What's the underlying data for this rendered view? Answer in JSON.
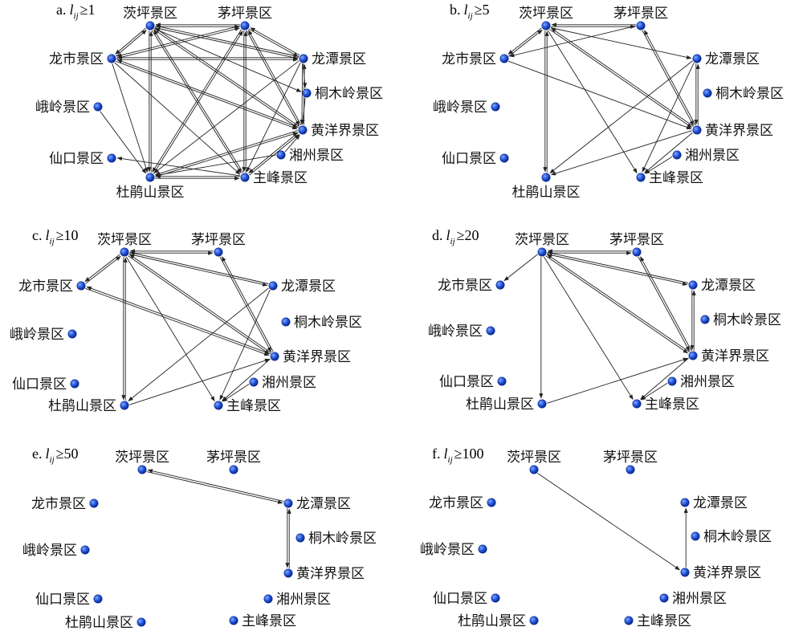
{
  "figure": {
    "nodes": [
      {
        "id": "cp",
        "name": "茨坪景区"
      },
      {
        "id": "mp",
        "name": "茅坪景区"
      },
      {
        "id": "lt",
        "name": "龙潭景区"
      },
      {
        "id": "tm",
        "name": "桐木岭景区"
      },
      {
        "id": "hy",
        "name": "黄洋界景区"
      },
      {
        "id": "xz",
        "name": "湘州景区"
      },
      {
        "id": "zf",
        "name": "主峰景区"
      },
      {
        "id": "dp",
        "name": "杜鹃山景区"
      },
      {
        "id": "xk",
        "name": "仙口景区"
      },
      {
        "id": "el",
        "name": "峨岭景区"
      },
      {
        "id": "ls",
        "name": "龙市景区"
      }
    ],
    "panels": [
      {
        "id": "a",
        "prefix": "a.",
        "sub": "ij",
        "cond": "≥1"
      },
      {
        "id": "b",
        "prefix": "b.",
        "sub": "ij",
        "cond": "≥5"
      },
      {
        "id": "c",
        "prefix": "c.",
        "sub": "ij",
        "cond": "≥10"
      },
      {
        "id": "d",
        "prefix": "d.",
        "sub": "ij",
        "cond": "≥20"
      },
      {
        "id": "e",
        "prefix": "e.",
        "sub": "ij",
        "cond": "≥50"
      },
      {
        "id": "f",
        "prefix": "f.",
        "sub": "ij",
        "cond": "≥100"
      }
    ],
    "edges": {
      "a": [
        [
          "cp",
          "mp"
        ],
        [
          "mp",
          "cp"
        ],
        [
          "cp",
          "lt"
        ],
        [
          "lt",
          "cp"
        ],
        [
          "cp",
          "ls"
        ],
        [
          "ls",
          "cp"
        ],
        [
          "cp",
          "dp"
        ],
        [
          "dp",
          "cp"
        ],
        [
          "cp",
          "zf"
        ],
        [
          "zf",
          "cp"
        ],
        [
          "cp",
          "hy"
        ],
        [
          "hy",
          "cp"
        ],
        [
          "cp",
          "tm"
        ],
        [
          "mp",
          "ls"
        ],
        [
          "ls",
          "mp"
        ],
        [
          "mp",
          "lt"
        ],
        [
          "lt",
          "mp"
        ],
        [
          "mp",
          "dp"
        ],
        [
          "dp",
          "mp"
        ],
        [
          "mp",
          "zf"
        ],
        [
          "zf",
          "mp"
        ],
        [
          "mp",
          "hy"
        ],
        [
          "hy",
          "mp"
        ],
        [
          "ls",
          "lt"
        ],
        [
          "lt",
          "ls"
        ],
        [
          "ls",
          "dp"
        ],
        [
          "ls",
          "zf"
        ],
        [
          "ls",
          "hy"
        ],
        [
          "hy",
          "ls"
        ],
        [
          "lt",
          "dp"
        ],
        [
          "lt",
          "zf"
        ],
        [
          "lt",
          "hy"
        ],
        [
          "hy",
          "lt"
        ],
        [
          "lt",
          "tm"
        ],
        [
          "tm",
          "hy"
        ],
        [
          "dp",
          "zf"
        ],
        [
          "zf",
          "dp"
        ],
        [
          "dp",
          "hy"
        ],
        [
          "hy",
          "dp"
        ],
        [
          "zf",
          "hy"
        ],
        [
          "hy",
          "zf"
        ],
        [
          "xz",
          "dp"
        ],
        [
          "zf",
          "xk"
        ],
        [
          "el",
          "dp"
        ],
        [
          "xz",
          "hy"
        ]
      ],
      "b": [
        [
          "cp",
          "mp"
        ],
        [
          "mp",
          "cp"
        ],
        [
          "cp",
          "lt"
        ],
        [
          "cp",
          "ls"
        ],
        [
          "ls",
          "cp"
        ],
        [
          "cp",
          "dp"
        ],
        [
          "dp",
          "cp"
        ],
        [
          "cp",
          "zf"
        ],
        [
          "cp",
          "hy"
        ],
        [
          "hy",
          "cp"
        ],
        [
          "mp",
          "ls"
        ],
        [
          "mp",
          "hy"
        ],
        [
          "hy",
          "mp"
        ],
        [
          "ls",
          "hy"
        ],
        [
          "lt",
          "hy"
        ],
        [
          "hy",
          "lt"
        ],
        [
          "lt",
          "dp"
        ],
        [
          "lt",
          "zf"
        ],
        [
          "hy",
          "zf"
        ],
        [
          "hy",
          "dp"
        ],
        [
          "xz",
          "zf"
        ]
      ],
      "c": [
        [
          "cp",
          "mp"
        ],
        [
          "mp",
          "cp"
        ],
        [
          "cp",
          "ls"
        ],
        [
          "ls",
          "cp"
        ],
        [
          "cp",
          "dp"
        ],
        [
          "dp",
          "cp"
        ],
        [
          "cp",
          "zf"
        ],
        [
          "cp",
          "hy"
        ],
        [
          "hy",
          "cp"
        ],
        [
          "mp",
          "hy"
        ],
        [
          "hy",
          "mp"
        ],
        [
          "ls",
          "hy"
        ],
        [
          "hy",
          "ls"
        ],
        [
          "lt",
          "dp"
        ],
        [
          "lt",
          "zf"
        ],
        [
          "hy",
          "zf"
        ],
        [
          "dp",
          "hy"
        ],
        [
          "xz",
          "zf"
        ],
        [
          "cp",
          "lt"
        ],
        [
          "lt",
          "cp"
        ]
      ],
      "d": [
        [
          "cp",
          "mp"
        ],
        [
          "mp",
          "cp"
        ],
        [
          "cp",
          "ls"
        ],
        [
          "cp",
          "dp"
        ],
        [
          "cp",
          "zf"
        ],
        [
          "cp",
          "hy"
        ],
        [
          "hy",
          "cp"
        ],
        [
          "cp",
          "lt"
        ],
        [
          "lt",
          "cp"
        ],
        [
          "mp",
          "hy"
        ],
        [
          "hy",
          "mp"
        ],
        [
          "lt",
          "hy"
        ],
        [
          "hy",
          "lt"
        ],
        [
          "dp",
          "hy"
        ],
        [
          "hy",
          "zf"
        ],
        [
          "xz",
          "zf"
        ]
      ],
      "e": [
        [
          "cp",
          "lt"
        ],
        [
          "lt",
          "cp"
        ],
        [
          "lt",
          "hy"
        ],
        [
          "hy",
          "lt"
        ]
      ],
      "f": [
        [
          "cp",
          "hy"
        ],
        [
          "hy",
          "lt"
        ]
      ]
    }
  },
  "colors": {
    "node": "#1f4fd8",
    "edge": "#222222",
    "text": "#111111"
  }
}
